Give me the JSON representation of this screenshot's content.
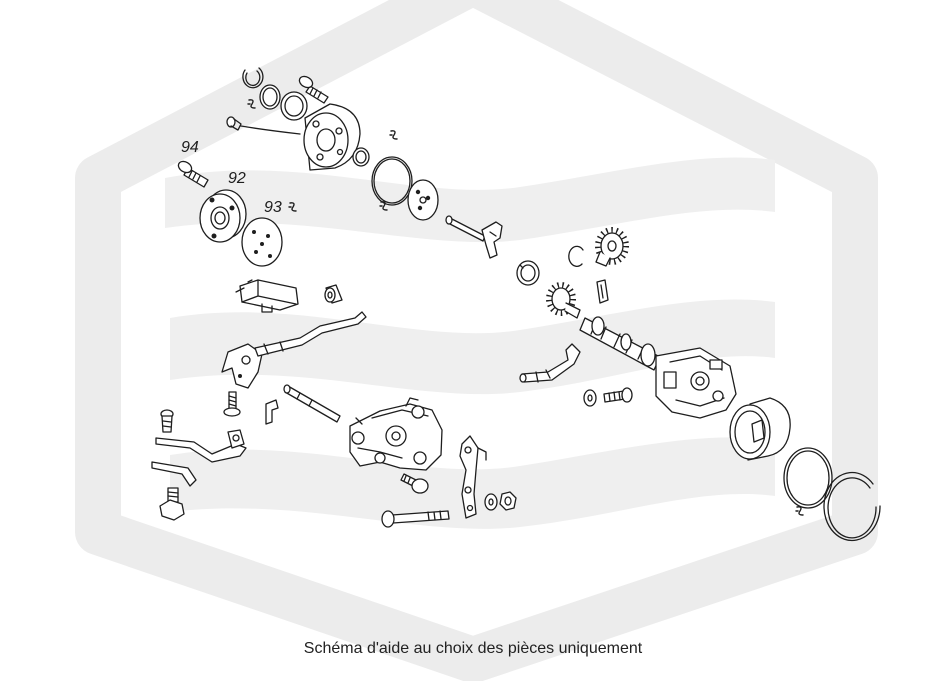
{
  "labels": {
    "part_94": "94",
    "part_92": "92",
    "part_93": "93"
  },
  "caption": "Schéma d'aide au choix des pièces uniquement",
  "colors": {
    "watermark": "#ececec",
    "line": "#1e1e1e",
    "background": "#ffffff"
  }
}
